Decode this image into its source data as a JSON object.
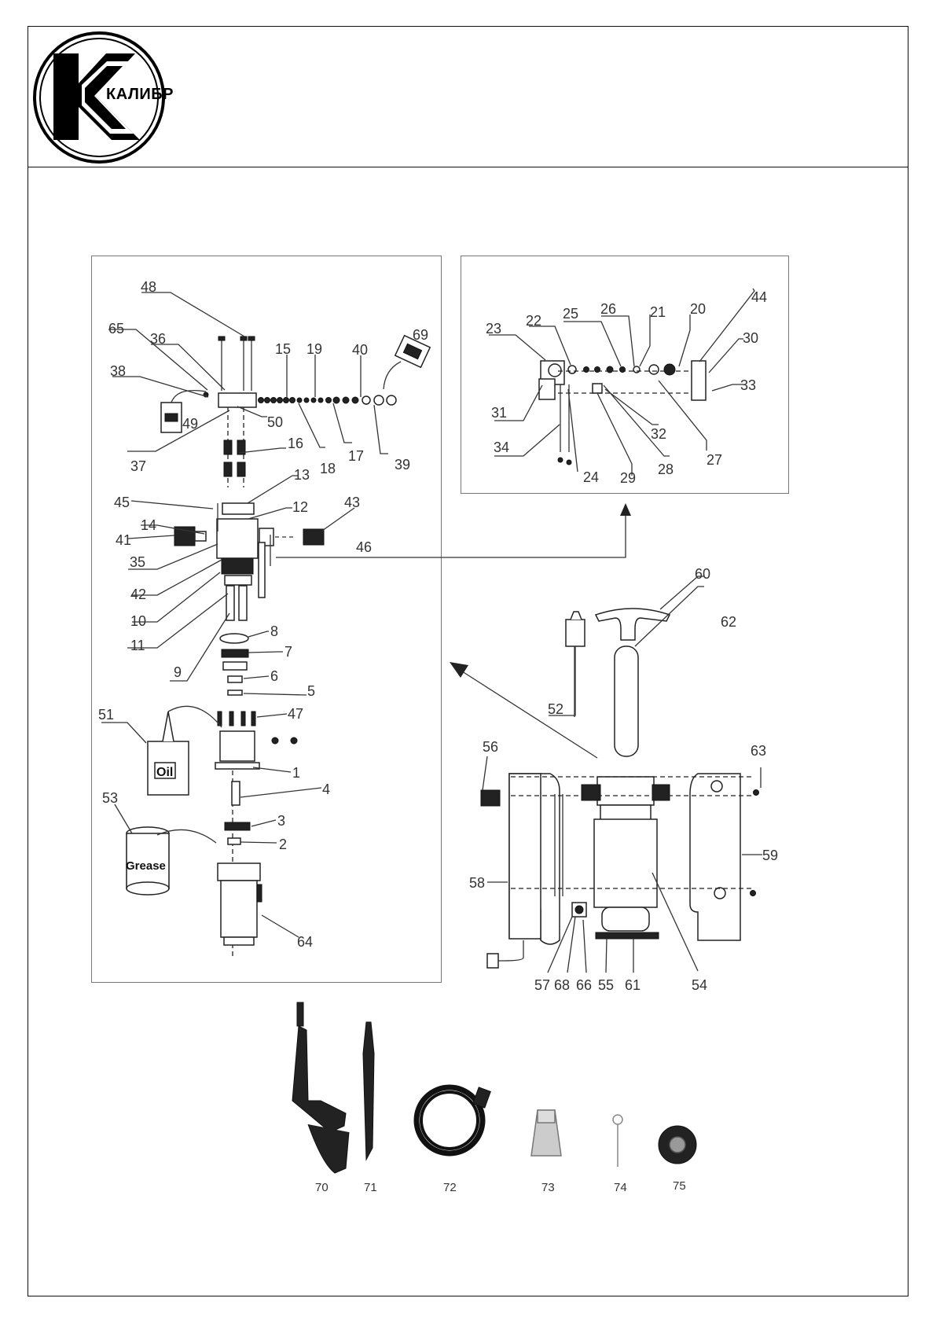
{
  "brand": {
    "logo_text": "КАЛИБР"
  },
  "labels": {
    "pump": [
      "48",
      "65",
      "36",
      "15",
      "19",
      "40",
      "69",
      "38",
      "49",
      "50",
      "37",
      "18",
      "17",
      "39",
      "16",
      "13",
      "45",
      "12",
      "43",
      "14",
      "41",
      "35",
      "46",
      "42",
      "10",
      "11",
      "8",
      "7",
      "9",
      "6",
      "5",
      "51",
      "47",
      "1",
      "4",
      "53",
      "3",
      "2",
      "64"
    ],
    "valve": [
      "44",
      "20",
      "26",
      "21",
      "25",
      "22",
      "23",
      "30",
      "33",
      "31",
      "32",
      "27",
      "28",
      "34",
      "24",
      "29"
    ],
    "body": [
      "60",
      "62",
      "52",
      "56",
      "63",
      "59",
      "58",
      "57",
      "68",
      "66",
      "55",
      "61",
      "54"
    ],
    "accessories": [
      "70",
      "71",
      "72",
      "73",
      "74",
      "75"
    ]
  },
  "texts": {
    "grease": "Grease",
    "oil": "Oil"
  }
}
